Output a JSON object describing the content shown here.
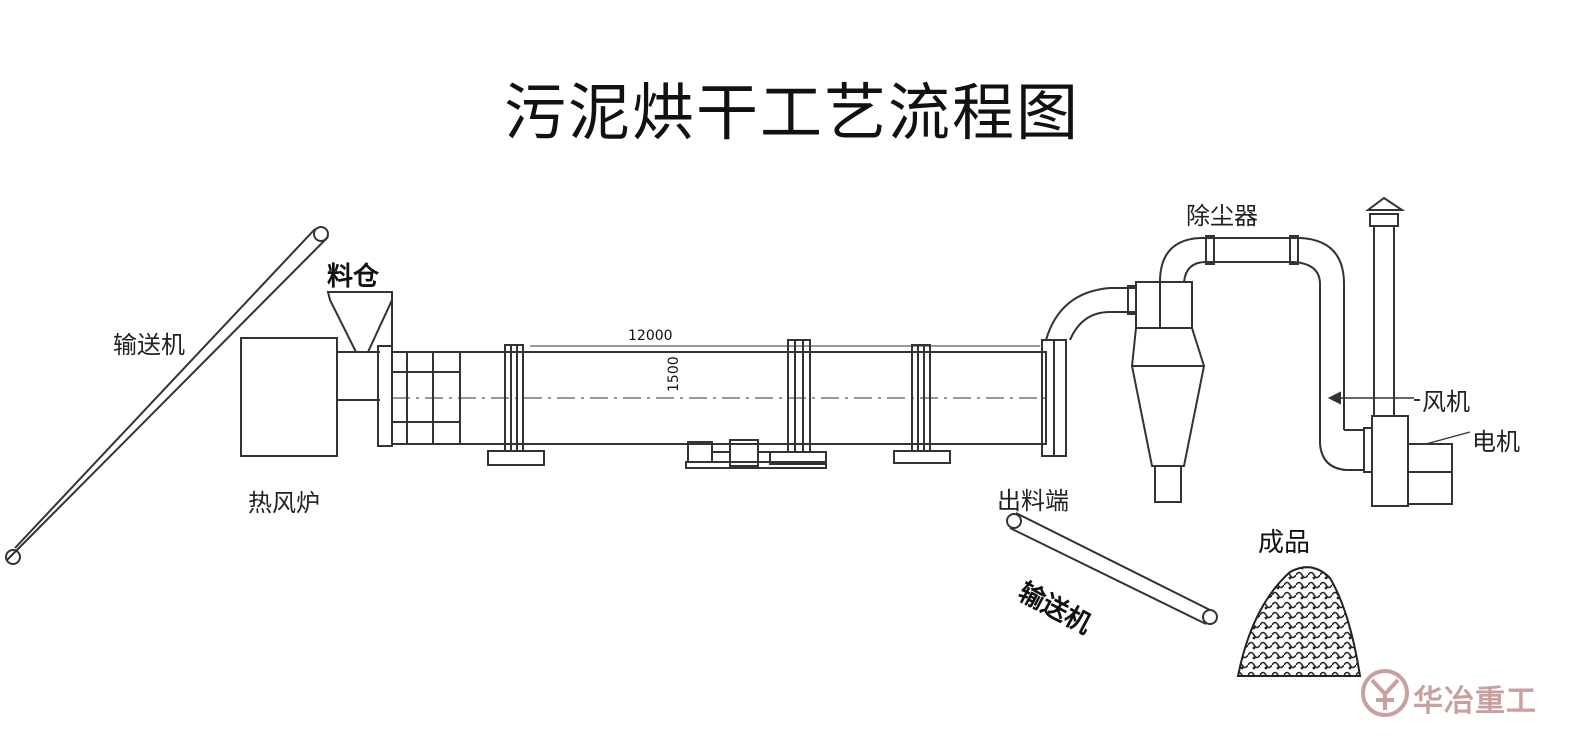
{
  "title": "污泥烘干工艺流程图",
  "labels": {
    "conveyor_left": "输送机",
    "hopper": "料仓",
    "furnace": "热风炉",
    "length_dim": "12000",
    "diameter_dim": "1500",
    "dust_collector": "除尘器",
    "discharge_end": "出料端",
    "fan": "风机",
    "motor": "电机",
    "conveyor_right": "输送机",
    "product": "成品"
  },
  "logo": {
    "text": "华冶重工",
    "color": "#c9a0a0"
  },
  "colors": {
    "line": "#333333",
    "text": "#111111"
  }
}
